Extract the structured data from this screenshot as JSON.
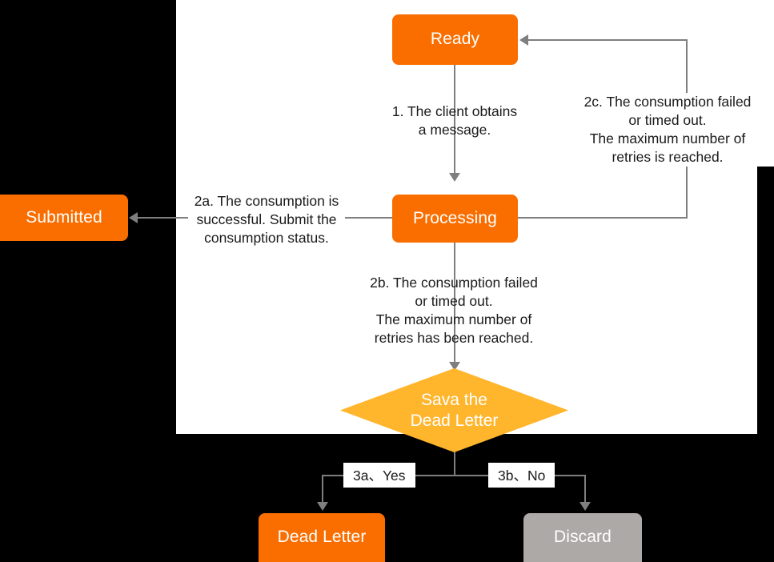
{
  "diagram": {
    "title": "Message consumption state flow",
    "colors": {
      "node_orange": "#fa6e00",
      "node_grey": "#ada9a7",
      "decision_yellow": "#ffb52c",
      "connector_grey": "#7f7f7f",
      "panel_background": "#ffffff",
      "page_background": "#000000",
      "node_text": "#ffffff",
      "label_text": "#1a1a1a"
    },
    "nodes": {
      "ready": {
        "label": "Ready",
        "shape": "rounded-rect",
        "fill": "#fa6e00"
      },
      "processing": {
        "label": "Processing",
        "shape": "rounded-rect",
        "fill": "#fa6e00"
      },
      "submitted": {
        "label": "Submitted",
        "shape": "rounded-rect",
        "fill": "#fa6e00"
      },
      "decision": {
        "label": "Sava the\nDead Letter",
        "shape": "diamond",
        "fill": "#ffb52c"
      },
      "dead_letter": {
        "label": "Dead Letter",
        "shape": "rounded-rect",
        "fill": "#fa6e00"
      },
      "discard": {
        "label": "Discard",
        "shape": "rounded-rect",
        "fill": "#ada9a7"
      }
    },
    "edges": {
      "ready_to_processing": {
        "label": "1. The client obtains\na message.",
        "from": "ready",
        "to": "processing"
      },
      "processing_to_submitted": {
        "label": "2a. The consumption is\nsuccessful. Submit the\nconsumption status.",
        "from": "processing",
        "to": "submitted"
      },
      "processing_to_decision": {
        "label": "2b. The consumption failed\nor timed out.\nThe maximum number of\nretries has been reached.",
        "from": "processing",
        "to": "decision"
      },
      "processing_to_ready": {
        "label": "2c. The consumption failed\nor timed out.\nThe maximum number of\nretries is reached.",
        "from": "processing",
        "to": "ready"
      },
      "decision_yes": {
        "label": "3a、Yes",
        "from": "decision",
        "to": "dead_letter"
      },
      "decision_no": {
        "label": "3b、No",
        "from": "decision",
        "to": "discard"
      }
    }
  }
}
